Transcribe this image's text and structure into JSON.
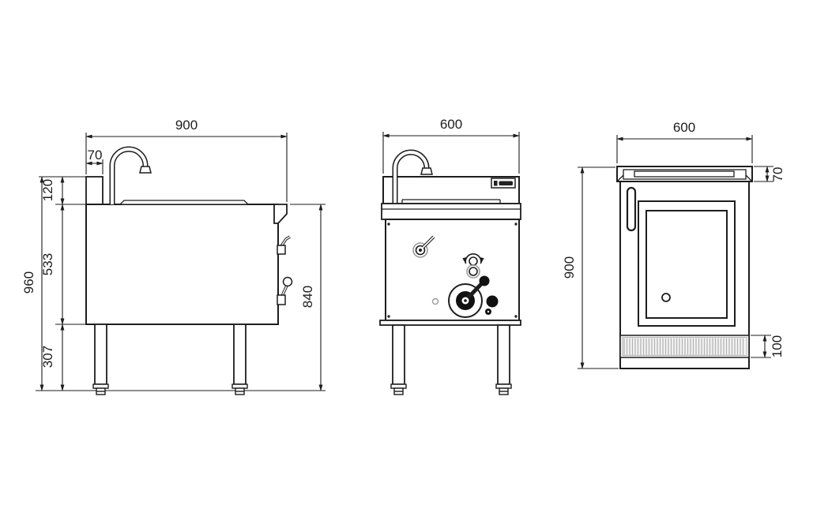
{
  "drawing": {
    "type": "technical-orthographic-views",
    "unit": "mm",
    "colors": {
      "line": "#1d1d1d",
      "gray_detail": "#9c9c9c",
      "grille_fill": "#f4f4f4",
      "grille_line": "#b4b4b4",
      "background": "#ffffff"
    },
    "views": {
      "side": {
        "name": "left-side-view",
        "dims": {
          "width": "900",
          "faucet_offset": "70",
          "splash_height": "120",
          "body_height": "533",
          "total_height": "960",
          "leg_height": "307",
          "counter_height": "840"
        }
      },
      "front": {
        "name": "front-view",
        "dims": {
          "width": "600"
        }
      },
      "back": {
        "name": "rear-view",
        "dims": {
          "width": "600",
          "top_height": "70",
          "body_height": "900",
          "vent_height": "100"
        }
      }
    }
  }
}
